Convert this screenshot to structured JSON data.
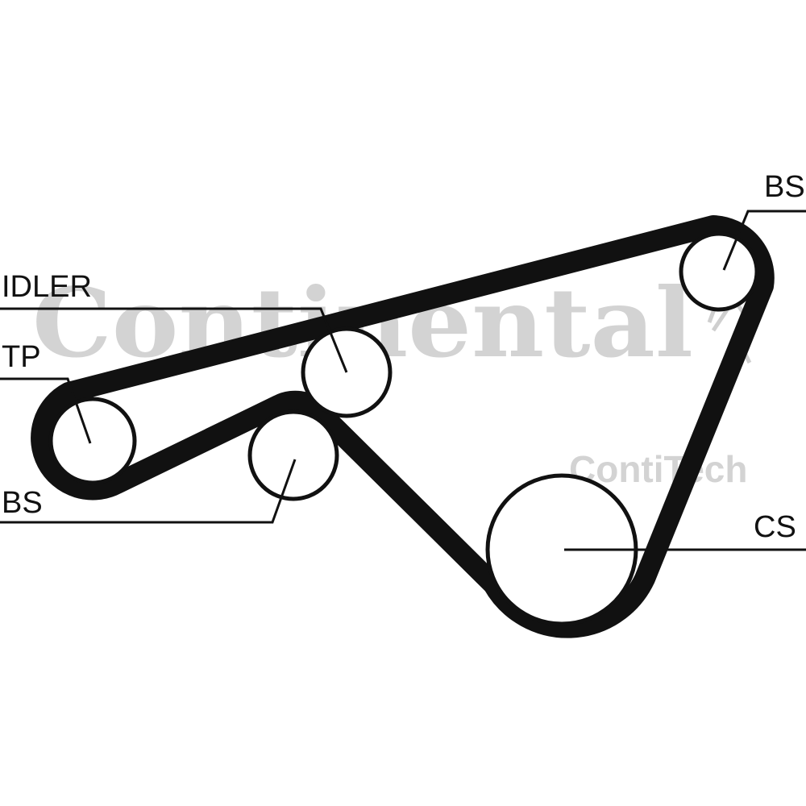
{
  "watermark": {
    "brand": "Continental",
    "sub_brand": "ContiTech",
    "color": "#cfcfcf"
  },
  "belt": {
    "color": "#111111"
  },
  "labels": {
    "bs_top": "BS",
    "idler": "IDLER",
    "tp": "TP",
    "bs_left": "BS",
    "cs": "CS"
  }
}
